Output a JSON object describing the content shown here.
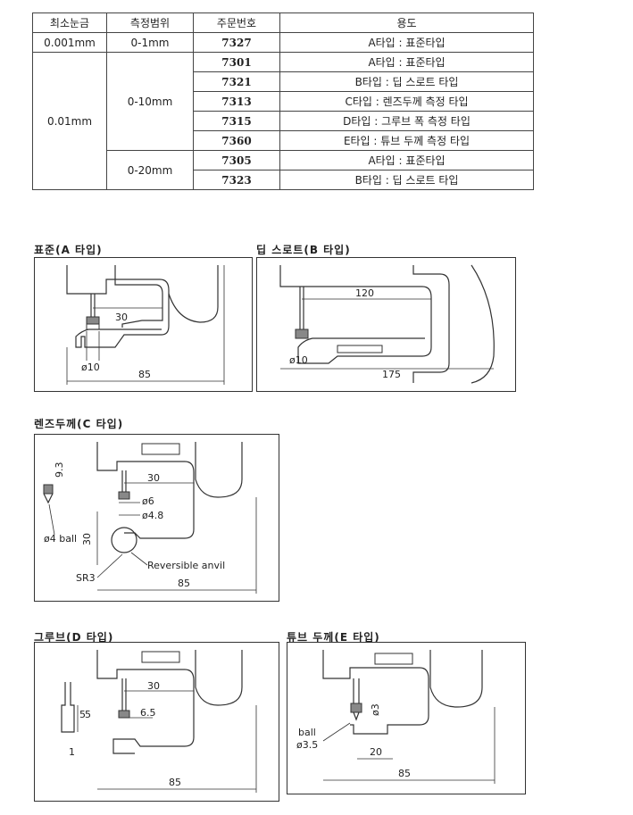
{
  "table": {
    "headers": [
      "최소눈금",
      "측정범위",
      "주문번호",
      "용도"
    ],
    "rows": [
      {
        "resolution": "0.001mm",
        "range": "0-1mm",
        "code": "7327",
        "use": "A타입 : 표준타입"
      },
      {
        "resolution": "0.01mm",
        "range": "0-10mm",
        "code": "7301",
        "use": "A타입 : 표준타입"
      },
      {
        "code": "7321",
        "use": "B타입 : 딥 스로트 타입"
      },
      {
        "code": "7313",
        "use": "C타입 : 렌즈두께 측정 타입"
      },
      {
        "code": "7315",
        "use": "D타입 : 그루브 폭 측정 타입"
      },
      {
        "code": "7360",
        "use": "E타입 : 튜브 두께 측정 타입"
      },
      {
        "range": "0-20mm",
        "code": "7305",
        "use": "A타입 : 표준타입"
      },
      {
        "code": "7323",
        "use": "B타입 : 딥 스로트 타입"
      }
    ]
  },
  "sections": {
    "a": {
      "title": "표준(A 타입)",
      "dims": {
        "d30": "30",
        "dia": "ø10",
        "d85": "85"
      }
    },
    "b": {
      "title": "딥 스로트(B 타입)",
      "dims": {
        "d120": "120",
        "dia": "ø10",
        "d175": "175"
      }
    },
    "c": {
      "title": "렌즈두께(C 타입)",
      "dims": {
        "d93": "9.3",
        "ball": "ø4 ball",
        "d30v": "30",
        "sr3": "SR3",
        "d30": "30",
        "d6": "ø6",
        "d48": "ø4.8",
        "anvil": "Reversible anvil",
        "d85": "85"
      }
    },
    "d": {
      "title": "그루브(D 타입)",
      "dims": {
        "d5a": "5",
        "d5b": "5",
        "d1": "1",
        "d30": "30",
        "d65": "6.5",
        "d85": "85"
      }
    },
    "e": {
      "title": "튜브 두께(E 타입)",
      "dims": {
        "d3": "ø3",
        "ball": "ball",
        "d35": "ø3.5",
        "d20": "20",
        "d85": "85"
      }
    }
  }
}
